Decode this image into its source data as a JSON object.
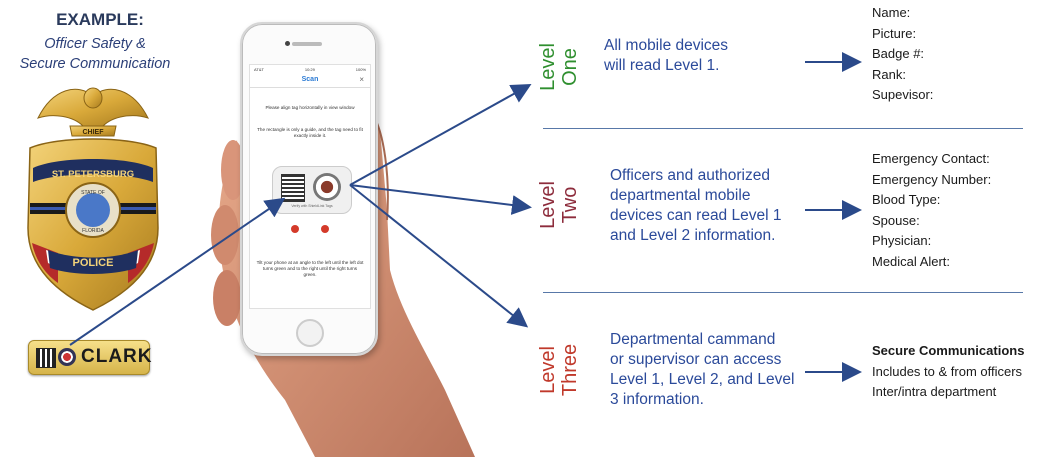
{
  "example": {
    "title": "EXAMPLE:",
    "subtitle_line1": "Officer Safety &",
    "subtitle_line2": "Secure Communication"
  },
  "badge": {
    "top_banner": "CHIEF",
    "city": "ST. PETERSBURG",
    "state_top": "STATE OF",
    "state_bottom": "FLORIDA",
    "bottom_banner": "POLICE",
    "colors": {
      "gold": "#d9a93a",
      "navy": "#1f2f5f",
      "red": "#b52a2a"
    }
  },
  "tag": {
    "name": "CLARK"
  },
  "phone": {
    "status_left": "AT&T",
    "status_center": "10:29",
    "status_right": "100%",
    "screen_title": "Scan",
    "close_glyph": "×",
    "instruction_1": "Please align tag horizontally in view window",
    "instruction_2": "The rectangle is only a guide, and the tag need to fit exactly inside it.",
    "tag_caption": "Verify with ShieldLink Tags",
    "instruction_3": "Tilt your phone at an angle to the left until the left dot turns green and to the right until the right turns green."
  },
  "levels": [
    {
      "label_top": "Level",
      "label_bottom": "One",
      "color": "#2f8f2f",
      "description": [
        "All mobile devices",
        "will read Level 1."
      ],
      "fields": [
        "Name:",
        "Picture:",
        "Badge #:",
        "Rank:",
        "Supevisor:"
      ]
    },
    {
      "label_top": "Level",
      "label_bottom": "Two",
      "color": "#8d2c3c",
      "description": [
        "Officers and authorized",
        "departmental mobile",
        "devices can read Level 1",
        "and Level 2 information."
      ],
      "fields": [
        "Emergency Contact:",
        "Emergency Number:",
        "Blood Type:",
        "Spouse:",
        "Physician:",
        "Medical Alert:"
      ]
    },
    {
      "label_top": "Level",
      "label_bottom": "Three",
      "color": "#c0392b",
      "description": [
        "Departmental cammand",
        "or supervisor can access",
        "Level 1, Level 2, and Level",
        "3 information."
      ],
      "fields": [
        "Secure Communications",
        "Includes to & from officers",
        "Inter/intra department"
      ]
    }
  ],
  "colors": {
    "arrow": "#2b4a8a",
    "description_text": "#2b4a9a",
    "divider": "#5878a8"
  }
}
